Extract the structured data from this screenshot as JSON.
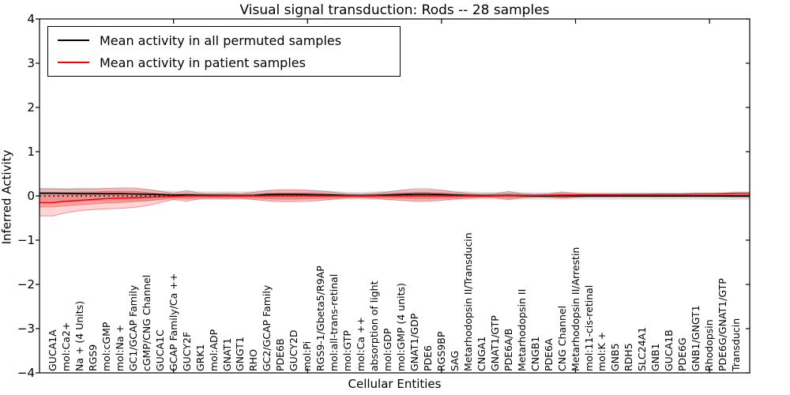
{
  "chart_data": {
    "type": "line",
    "title": "Visual signal transduction: Rods -- 28 samples",
    "xlabel": "Cellular Entities",
    "ylabel": "Inferred Activity",
    "sample_count": 28,
    "xlim": [
      0,
      53
    ],
    "ylim": [
      -4,
      4
    ],
    "yticks": [
      4,
      3,
      2,
      1,
      0,
      -1,
      -2,
      -3,
      -4
    ],
    "xticks": [
      10,
      20,
      30,
      40,
      50
    ],
    "grid": false,
    "legend_position": "upper left",
    "legend": [
      {
        "label": "Mean activity in all permuted samples",
        "color": "#000000"
      },
      {
        "label": "Mean activity in patient samples",
        "color": "#ff0000"
      }
    ],
    "zero_line": {
      "value": 0,
      "color": "#000000",
      "style": "dotted"
    },
    "categories": [
      "GUCA1A",
      "mol:Ca2+",
      "Na + (4 Units)",
      "RGS9",
      "mol:cGMP",
      "mol:Na +",
      "GC1/GCAP Family",
      "cGMP/CNG Channel",
      "GUCA1C",
      "GCAP Family/Ca ++",
      "GUCY2F",
      "GRK1",
      "mol:ADP",
      "GNAT1",
      "GNGT1",
      "RHO",
      "GC2/GCAP Family",
      "PDE6B",
      "GUCY2D",
      "mol:Pi",
      "RGS9-1/Gbeta5/R9AP",
      "mol:all-trans-retinal",
      "mol:GTP",
      "mol:Ca ++",
      "absorption of light",
      "mol:GDP",
      "mol:GMP (4 units)",
      "GNAT1/GDP",
      "PDE6",
      "RGS9BP",
      "SAG",
      "Metarhodopsin II/Transducin",
      "CNGA1",
      "GNAT1/GTP",
      "PDE6A/B",
      "Metarhodopsin II",
      "CNGB1",
      "PDE6A",
      "CNG Channel",
      "Metarhodopsin II/Arrestin",
      "mol:11-cis-retinal",
      "mol:K +",
      "GNB5",
      "RDH5",
      "SLC24A1",
      "GNB1",
      "GUCA1B",
      "PDE6G",
      "GNB1/GNGT1",
      "Rhodopsin",
      "PDE6G/GNAT1/GTP",
      "Transducin"
    ],
    "series": [
      {
        "name": "Mean activity in all permuted samples",
        "color": "#000000",
        "values": [
          0.06,
          0.055,
          0.05,
          0.05,
          0.05,
          0.05,
          0.045,
          0.04,
          0.03,
          0.02,
          0.02,
          0.015,
          0.01,
          0.01,
          0.005,
          0.01,
          0.03,
          0.035,
          0.035,
          0.03,
          0.025,
          0.02,
          0.01,
          0.005,
          0.01,
          0.02,
          0.03,
          0.04,
          0.04,
          0.03,
          0.02,
          0.01,
          0.005,
          0.005,
          0.01,
          0.005,
          0,
          0,
          0.005,
          0,
          0,
          0,
          0,
          0,
          0,
          0,
          0,
          0,
          0,
          0,
          0,
          0
        ]
      },
      {
        "name": "Mean activity in patient samples",
        "color": "#ff0000",
        "values": [
          -0.15,
          -0.12,
          -0.1,
          -0.08,
          -0.06,
          -0.05,
          -0.04,
          -0.03,
          -0.02,
          -0.01,
          0,
          0,
          0,
          0,
          0,
          0,
          0,
          0,
          0,
          0,
          0,
          0,
          0,
          0,
          0,
          0,
          0,
          0,
          0,
          0,
          0,
          0,
          0,
          0.005,
          0.005,
          0.01,
          0.01,
          0.015,
          0.02,
          0.025,
          0.03,
          0.03,
          0.03,
          0.035,
          0.035,
          0.04,
          0.04,
          0.04,
          0.045,
          0.045,
          0.05,
          0.05
        ]
      }
    ],
    "bands": [
      {
        "name": "permuted samples range",
        "fill": "rgba(130,130,130,0.25)",
        "stroke": "none",
        "top": [
          0.18,
          0.18,
          0.18,
          0.17,
          0.17,
          0.17,
          0.16,
          0.15,
          0.13,
          0.11,
          0.11,
          0.1,
          0.1,
          0.1,
          0.1,
          0.11,
          0.13,
          0.14,
          0.14,
          0.13,
          0.12,
          0.11,
          0.09,
          0.09,
          0.1,
          0.11,
          0.13,
          0.14,
          0.14,
          0.13,
          0.11,
          0.1,
          0.09,
          0.09,
          0.1,
          0.09,
          0.08,
          0.08,
          0.09,
          0.08,
          0.08,
          0.08,
          0.08,
          0.08,
          0.08,
          0.08,
          0.08,
          0.08,
          0.09,
          0.09,
          0.09,
          0.1
        ],
        "bottom": [
          -0.12,
          -0.12,
          -0.12,
          -0.12,
          -0.12,
          -0.12,
          -0.12,
          -0.11,
          -0.1,
          -0.09,
          -0.09,
          -0.09,
          -0.09,
          -0.09,
          -0.09,
          -0.09,
          -0.1,
          -0.11,
          -0.11,
          -0.1,
          -0.1,
          -0.09,
          -0.08,
          -0.08,
          -0.09,
          -0.09,
          -0.1,
          -0.11,
          -0.11,
          -0.1,
          -0.09,
          -0.09,
          -0.08,
          -0.08,
          -0.09,
          -0.08,
          -0.08,
          -0.08,
          -0.08,
          -0.08,
          -0.08,
          -0.08,
          -0.08,
          -0.08,
          -0.08,
          -0.08,
          -0.08,
          -0.08,
          -0.08,
          -0.09,
          -0.09,
          -0.09
        ]
      },
      {
        "name": "patient samples outer range",
        "fill": "rgba(255,45,45,0.20)",
        "stroke": "rgba(215,40,40,0.45)",
        "top": [
          0.16,
          0.15,
          0.16,
          0.16,
          0.17,
          0.18,
          0.18,
          0.15,
          0.1,
          0.06,
          0.12,
          0.06,
          0.05,
          0.06,
          0.05,
          0.08,
          0.12,
          0.14,
          0.14,
          0.13,
          0.11,
          0.08,
          0.05,
          0.04,
          0.06,
          0.09,
          0.13,
          0.16,
          0.16,
          0.13,
          0.09,
          0.06,
          0.04,
          0.05,
          0.1,
          0.05,
          0.04,
          0.05,
          0.09,
          0.06,
          0.04,
          0.04,
          0.04,
          0.04,
          0.04,
          0.04,
          0.04,
          0.04,
          0.05,
          0.05,
          0.06,
          0.08
        ],
        "bottom": [
          -0.45,
          -0.38,
          -0.33,
          -0.31,
          -0.29,
          -0.28,
          -0.26,
          -0.22,
          -0.15,
          -0.08,
          -0.12,
          -0.06,
          -0.05,
          -0.06,
          -0.05,
          -0.08,
          -0.11,
          -0.13,
          -0.13,
          -0.12,
          -0.1,
          -0.07,
          -0.04,
          -0.04,
          -0.05,
          -0.08,
          -0.1,
          -0.12,
          -0.12,
          -0.1,
          -0.07,
          -0.05,
          -0.03,
          -0.04,
          -0.08,
          -0.04,
          -0.03,
          -0.03,
          -0.05,
          -0.03,
          -0.02,
          -0.02,
          -0.02,
          -0.02,
          -0.02,
          -0.02,
          -0.02,
          -0.02,
          -0.02,
          -0.02,
          -0.02,
          -0.03
        ]
      },
      {
        "name": "patient samples inner range",
        "fill": "rgba(255,45,45,0.30)",
        "stroke": "rgba(215,40,40,0.40)",
        "top": [
          0.08,
          0.08,
          0.09,
          0.09,
          0.1,
          0.1,
          0.1,
          0.08,
          0.05,
          0.03,
          0.06,
          0.03,
          0.03,
          0.03,
          0.03,
          0.04,
          0.06,
          0.07,
          0.07,
          0.07,
          0.06,
          0.04,
          0.02,
          0.02,
          0.03,
          0.05,
          0.07,
          0.08,
          0.08,
          0.07,
          0.05,
          0.03,
          0.02,
          0.03,
          0.05,
          0.03,
          0.02,
          0.03,
          0.05,
          0.03,
          0.02,
          0.02,
          0.02,
          0.02,
          0.02,
          0.02,
          0.02,
          0.02,
          0.03,
          0.03,
          0.03,
          0.04
        ],
        "bottom": [
          -0.25,
          -0.22,
          -0.2,
          -0.18,
          -0.16,
          -0.15,
          -0.13,
          -0.11,
          -0.08,
          -0.04,
          -0.06,
          -0.03,
          -0.03,
          -0.03,
          -0.03,
          -0.04,
          -0.06,
          -0.07,
          -0.07,
          -0.06,
          -0.05,
          -0.04,
          -0.02,
          -0.02,
          -0.03,
          -0.04,
          -0.05,
          -0.06,
          -0.06,
          -0.05,
          -0.04,
          -0.02,
          -0.02,
          -0.02,
          -0.04,
          -0.02,
          -0.01,
          -0.02,
          -0.03,
          -0.02,
          -0.01,
          -0.01,
          -0.01,
          -0.01,
          -0.01,
          -0.01,
          -0.01,
          -0.01,
          -0.01,
          -0.01,
          -0.01,
          -0.01
        ]
      }
    ]
  }
}
